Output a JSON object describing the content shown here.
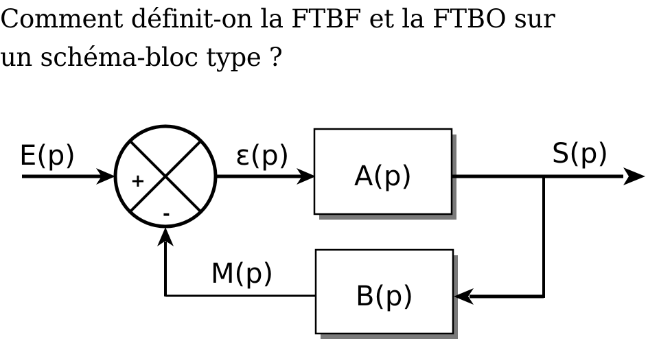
{
  "question": {
    "line1": "Comment définit-on la FTBF et la FTBO sur",
    "line2": "un schéma-bloc type ?"
  },
  "diagram": {
    "input_label": "E(p)",
    "error_label": "ε(p)",
    "forward_block": "A(p)",
    "output_label": "S(p)",
    "feedback_block": "B(p)",
    "measure_label": "M(p)",
    "plus_sign": "+",
    "minus_sign": "-"
  },
  "colors": {
    "stroke": "#000000",
    "shadow": "#7a7a7a"
  }
}
